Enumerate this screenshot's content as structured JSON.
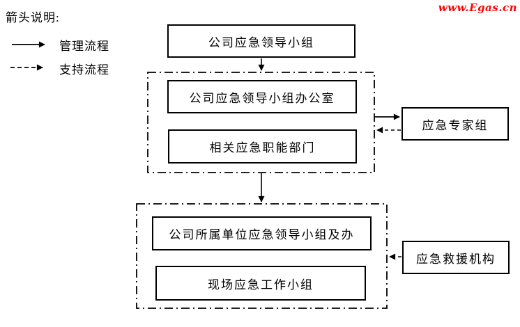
{
  "legend": {
    "title": "箭头说明:",
    "items": [
      {
        "label": "管理流程",
        "line_style": "solid"
      },
      {
        "label": "支持流程",
        "line_style": "dashed"
      }
    ]
  },
  "watermark": {
    "text": "www.Egas.cn",
    "color": "#ff0000"
  },
  "nodes": {
    "leadership_group": {
      "label": "公司应急领导小组"
    },
    "leadership_office": {
      "label": "公司应急领导小组办公室"
    },
    "functional_departments": {
      "label": "相关应急职能部门"
    },
    "expert_group": {
      "label": "应急专家组"
    },
    "subsidiary_group": {
      "label": "公司所属单位应急领导小组及办"
    },
    "field_team": {
      "label": "现场应急工作小组"
    },
    "rescue_org": {
      "label": "应急救援机构"
    }
  },
  "clusters": [
    {
      "id": "hq_cluster",
      "members": [
        "leadership_office",
        "functional_departments"
      ],
      "border": "dash-dot"
    },
    {
      "id": "subsidiary_cluster",
      "members": [
        "subsidiary_group",
        "field_team"
      ],
      "border": "dash-dot"
    }
  ],
  "connections": [
    {
      "from": "leadership_group",
      "to": "hq_cluster",
      "type": "solid"
    },
    {
      "from": "hq_cluster",
      "to": "expert_group",
      "type": "solid"
    },
    {
      "from": "expert_group",
      "to": "hq_cluster",
      "type": "dashed"
    },
    {
      "from": "hq_cluster",
      "to": "subsidiary_cluster",
      "type": "solid"
    },
    {
      "from": "rescue_org",
      "to": "subsidiary_cluster",
      "type": "dashed"
    }
  ],
  "colors": {
    "line": "#000000",
    "watermark_red": "#ff0000",
    "background": "#ffffff"
  }
}
